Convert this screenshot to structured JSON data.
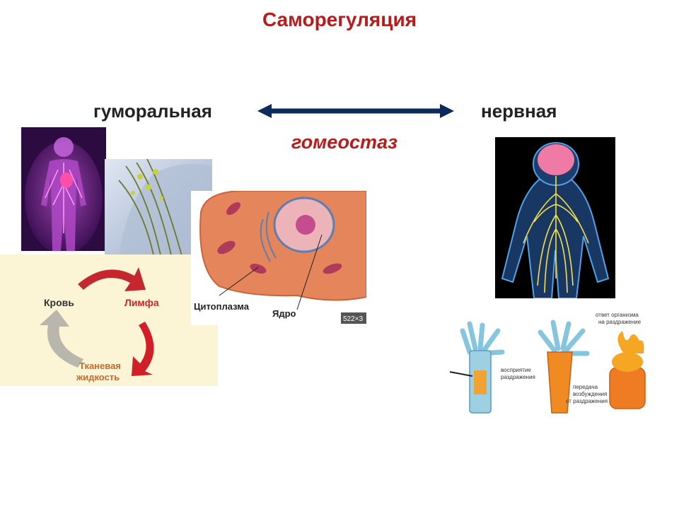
{
  "title": "Саморегуляция",
  "left_label": "гуморальная",
  "right_label": "нервная",
  "center_label": "гомеостаз",
  "cycle": {
    "blood": "Кровь",
    "lymph": "Лимфа",
    "tissue_line1": "Тканевая",
    "tissue_line2": "жидкость"
  },
  "cell": {
    "cytoplasm": "Цитоплазма",
    "nucleus": "Ядро",
    "size_badge": "522×3"
  },
  "hydra": {
    "response_line1": "ответ организма",
    "response_line2": "на раздражение",
    "perception_line1": "восприятие",
    "perception_line2": "раздражения",
    "transmission_line1": "передача",
    "transmission_line2": "возбуждения",
    "transmission_line3": "от раздражения"
  },
  "colors": {
    "title": "#b71c1c",
    "arrow": "#0d2a5c",
    "body_text": "#222222"
  }
}
